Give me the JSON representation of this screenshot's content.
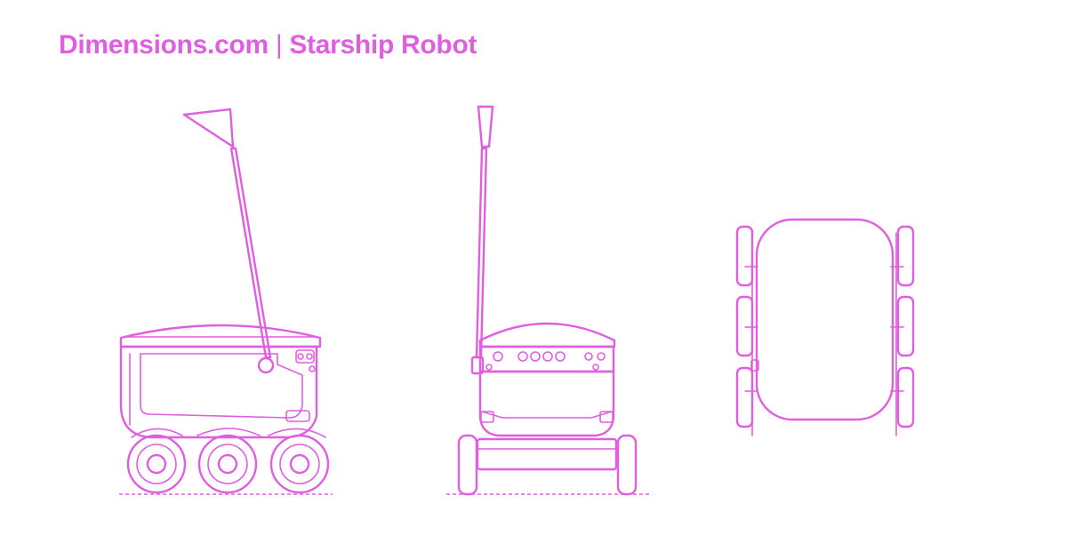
{
  "header": {
    "brand": "Dimensions.com",
    "separator": "|",
    "title": "Starship Robot"
  },
  "colors": {
    "accent": "#e05fe0",
    "background": "#ffffff"
  },
  "views": [
    "side-view",
    "front-view",
    "top-view"
  ]
}
